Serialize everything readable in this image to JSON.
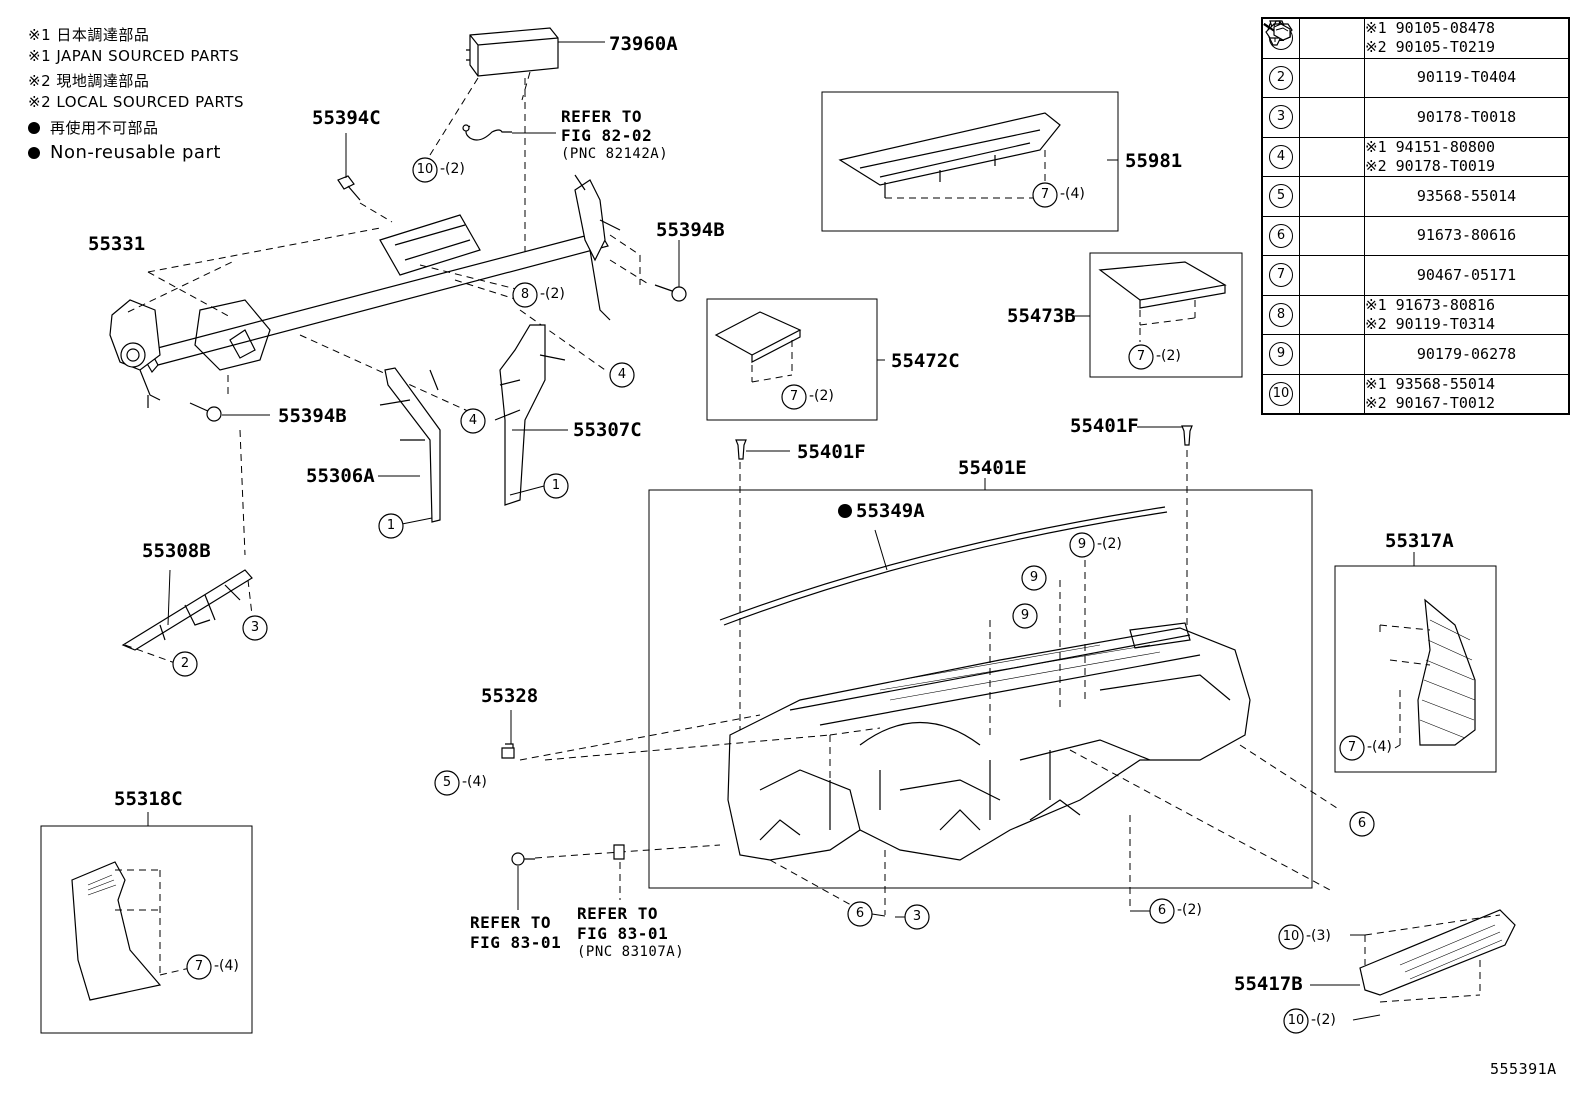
{
  "legend": {
    "line1": "※1 日本調達部品",
    "line2": "※1 JAPAN SOURCED PARTS",
    "line3": "※2 現地調達部品",
    "line4": "※2 LOCAL SOURCED PARTS",
    "line5": "再使用不可部品",
    "line6": "Non-reusable part"
  },
  "labels": {
    "p73960A": "73960A",
    "p55394C": "55394C",
    "p55331": "55331",
    "p55394B_top": "55394B",
    "p55394B_left": "55394B",
    "p55306A": "55306A",
    "p55307C": "55307C",
    "p55308B": "55308B",
    "p55981": "55981",
    "p55473B": "55473B",
    "p55472C": "55472C",
    "p55401F_left": "55401F",
    "p55401F_right": "55401F",
    "p55401E": "55401E",
    "p55349A": "55349A",
    "p55317A": "55317A",
    "p55328": "55328",
    "p55318C": "55318C",
    "p55417B": "55417B",
    "footer_id": "555391A"
  },
  "refs": {
    "r1a": "REFER TO",
    "r1b": "FIG 82-02",
    "r1c": "(PNC 82142A)",
    "r2a": "REFER TO",
    "r2b": "FIG 83-01",
    "r3a": "REFER TO",
    "r3b": "FIG 83-01",
    "r3c": "(PNC 83107A)"
  },
  "callouts": {
    "c10a": "10",
    "q10a": "-(2)",
    "c8": "8",
    "q8": "-(2)",
    "c4a": "4",
    "c4b": "4",
    "c1a": "1",
    "c1b": "1",
    "c3a": "3",
    "c2a": "2",
    "c7a": "7",
    "q7a": "-(4)",
    "c7b": "7",
    "q7b": "-(2)",
    "c7c": "7",
    "q7c": "-(2)",
    "c9a": "9",
    "q9a": "-(2)",
    "c9b": "9",
    "c9c": "9",
    "c5": "5",
    "q5": "-(4)",
    "c6a": "6",
    "c6b": "6",
    "c3b": "3",
    "c6c": "6",
    "q6c": "-(2)",
    "c7d": "7",
    "q7d": "-(4)",
    "c7e": "7",
    "q7e": "-(4)",
    "c10b": "10",
    "q10b": "-(3)",
    "c10c": "10",
    "q10c": "-(2)"
  },
  "parts_table": [
    {
      "num": "1",
      "icon": "bolt-icon",
      "pn1": "※1 90105-08478",
      "pn2": "※2 90105-T0219"
    },
    {
      "num": "2",
      "icon": "bolt-icon",
      "pn1": "90119-T0404",
      "pn2": ""
    },
    {
      "num": "3",
      "icon": "nut-icon",
      "pn1": "90178-T0018",
      "pn2": ""
    },
    {
      "num": "4",
      "icon": "nut-icon",
      "pn1": "※1 94151-80800",
      "pn2": "※2 90178-T0019"
    },
    {
      "num": "5",
      "icon": "bolt-icon",
      "pn1": "93568-55014",
      "pn2": ""
    },
    {
      "num": "6",
      "icon": "bolt-icon",
      "pn1": "91673-80616",
      "pn2": ""
    },
    {
      "num": "7",
      "icon": "clip-icon",
      "pn1": "90467-05171",
      "pn2": ""
    },
    {
      "num": "8",
      "icon": "bolt-icon",
      "pn1": "※1 91673-80816",
      "pn2": "※2 90119-T0314"
    },
    {
      "num": "9",
      "icon": "clip-nut-icon",
      "pn1": "90179-06278",
      "pn2": ""
    },
    {
      "num": "10",
      "icon": "bolt-icon",
      "pn1": "※1 93568-55014",
      "pn2": "※2 90167-T0012"
    }
  ]
}
